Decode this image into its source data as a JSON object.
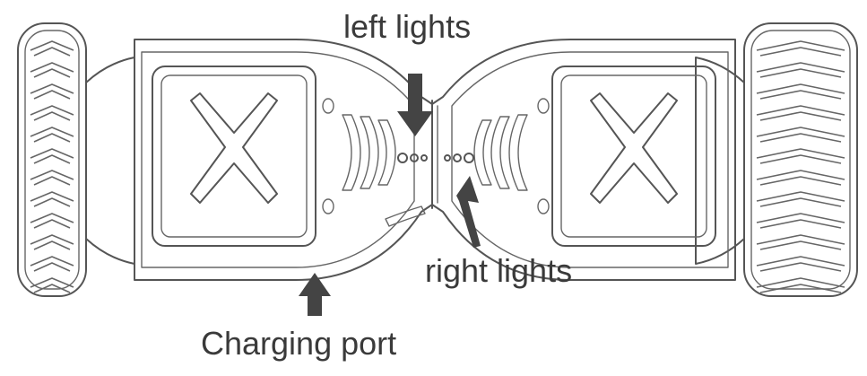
{
  "labels": {
    "left_lights": "left lights",
    "right_lights": "right lights",
    "charging_port": "Charging port"
  },
  "colors": {
    "line": "#555555",
    "arrow": "#444444",
    "text": "#3a3a3a",
    "background": "#ffffff"
  }
}
